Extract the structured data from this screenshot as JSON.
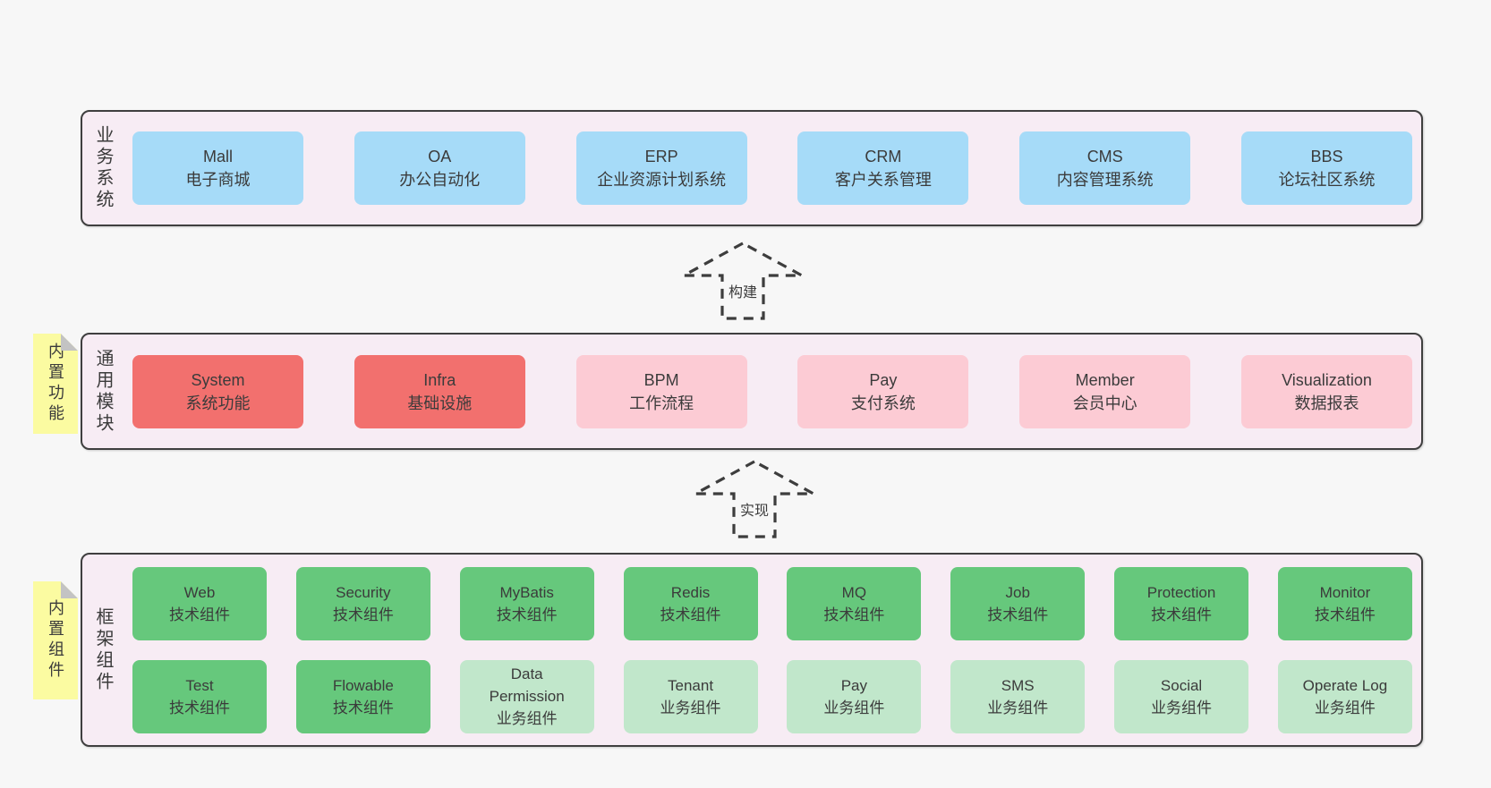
{
  "colors": {
    "page_bg": "#f7f7f7",
    "panel_bg": "#f7ecf4",
    "panel_border": "#3f3f3f",
    "blue": "#a6dbf8",
    "red": "#f2706e",
    "pink": "#fccbd4",
    "green": "#66c87c",
    "lightgreen": "#c1e7cb",
    "sticky_yellow": "#fbfba1",
    "sticky_fold": "#c3c3c3",
    "text": "#3b3b3b",
    "arrow": "#3d3d3d"
  },
  "sections": {
    "business": {
      "label": "业务系统",
      "boxes": [
        {
          "title": "Mall",
          "subtitle": "电子商城",
          "variant": "blue"
        },
        {
          "title": "OA",
          "subtitle": "办公自动化",
          "variant": "blue"
        },
        {
          "title": "ERP",
          "subtitle": "企业资源计划系统",
          "variant": "blue"
        },
        {
          "title": "CRM",
          "subtitle": "客户关系管理",
          "variant": "blue"
        },
        {
          "title": "CMS",
          "subtitle": "内容管理系统",
          "variant": "blue"
        },
        {
          "title": "BBS",
          "subtitle": "论坛社区系统",
          "variant": "blue"
        }
      ]
    },
    "arrow_build": {
      "label": "构建"
    },
    "modules": {
      "label": "通用模块",
      "sticky": "内置功能",
      "boxes": [
        {
          "title": "System",
          "subtitle": "系统功能",
          "variant": "red"
        },
        {
          "title": "Infra",
          "subtitle": "基础设施",
          "variant": "red"
        },
        {
          "title": "BPM",
          "subtitle": "工作流程",
          "variant": "pink"
        },
        {
          "title": "Pay",
          "subtitle": "支付系统",
          "variant": "pink"
        },
        {
          "title": "Member",
          "subtitle": "会员中心",
          "variant": "pink"
        },
        {
          "title": "Visualization",
          "subtitle": "数据报表",
          "variant": "pink"
        }
      ]
    },
    "arrow_implement": {
      "label": "实现"
    },
    "components": {
      "label": "框架组件",
      "sticky": "内置组件",
      "rows": [
        [
          {
            "title": "Web",
            "subtitle": "技术组件",
            "variant": "green"
          },
          {
            "title": "Security",
            "subtitle": "技术组件",
            "variant": "green"
          },
          {
            "title": "MyBatis",
            "subtitle": "技术组件",
            "variant": "green"
          },
          {
            "title": "Redis",
            "subtitle": "技术组件",
            "variant": "green"
          },
          {
            "title": "MQ",
            "subtitle": "技术组件",
            "variant": "green"
          },
          {
            "title": "Job",
            "subtitle": "技术组件",
            "variant": "green"
          },
          {
            "title": "Protection",
            "subtitle": "技术组件",
            "variant": "green"
          },
          {
            "title": "Monitor",
            "subtitle": "技术组件",
            "variant": "green"
          }
        ],
        [
          {
            "title": "Test",
            "subtitle": "技术组件",
            "variant": "green"
          },
          {
            "title": "Flowable",
            "subtitle": "技术组件",
            "variant": "green"
          },
          {
            "title": "Data Permission",
            "subtitle": "业务组件",
            "variant": "lightgreen"
          },
          {
            "title": "Tenant",
            "subtitle": "业务组件",
            "variant": "lightgreen"
          },
          {
            "title": "Pay",
            "subtitle": "业务组件",
            "variant": "lightgreen"
          },
          {
            "title": "SMS",
            "subtitle": "业务组件",
            "variant": "lightgreen"
          },
          {
            "title": "Social",
            "subtitle": "业务组件",
            "variant": "lightgreen"
          },
          {
            "title": "Operate Log",
            "subtitle": "业务组件",
            "variant": "lightgreen"
          }
        ]
      ]
    }
  }
}
